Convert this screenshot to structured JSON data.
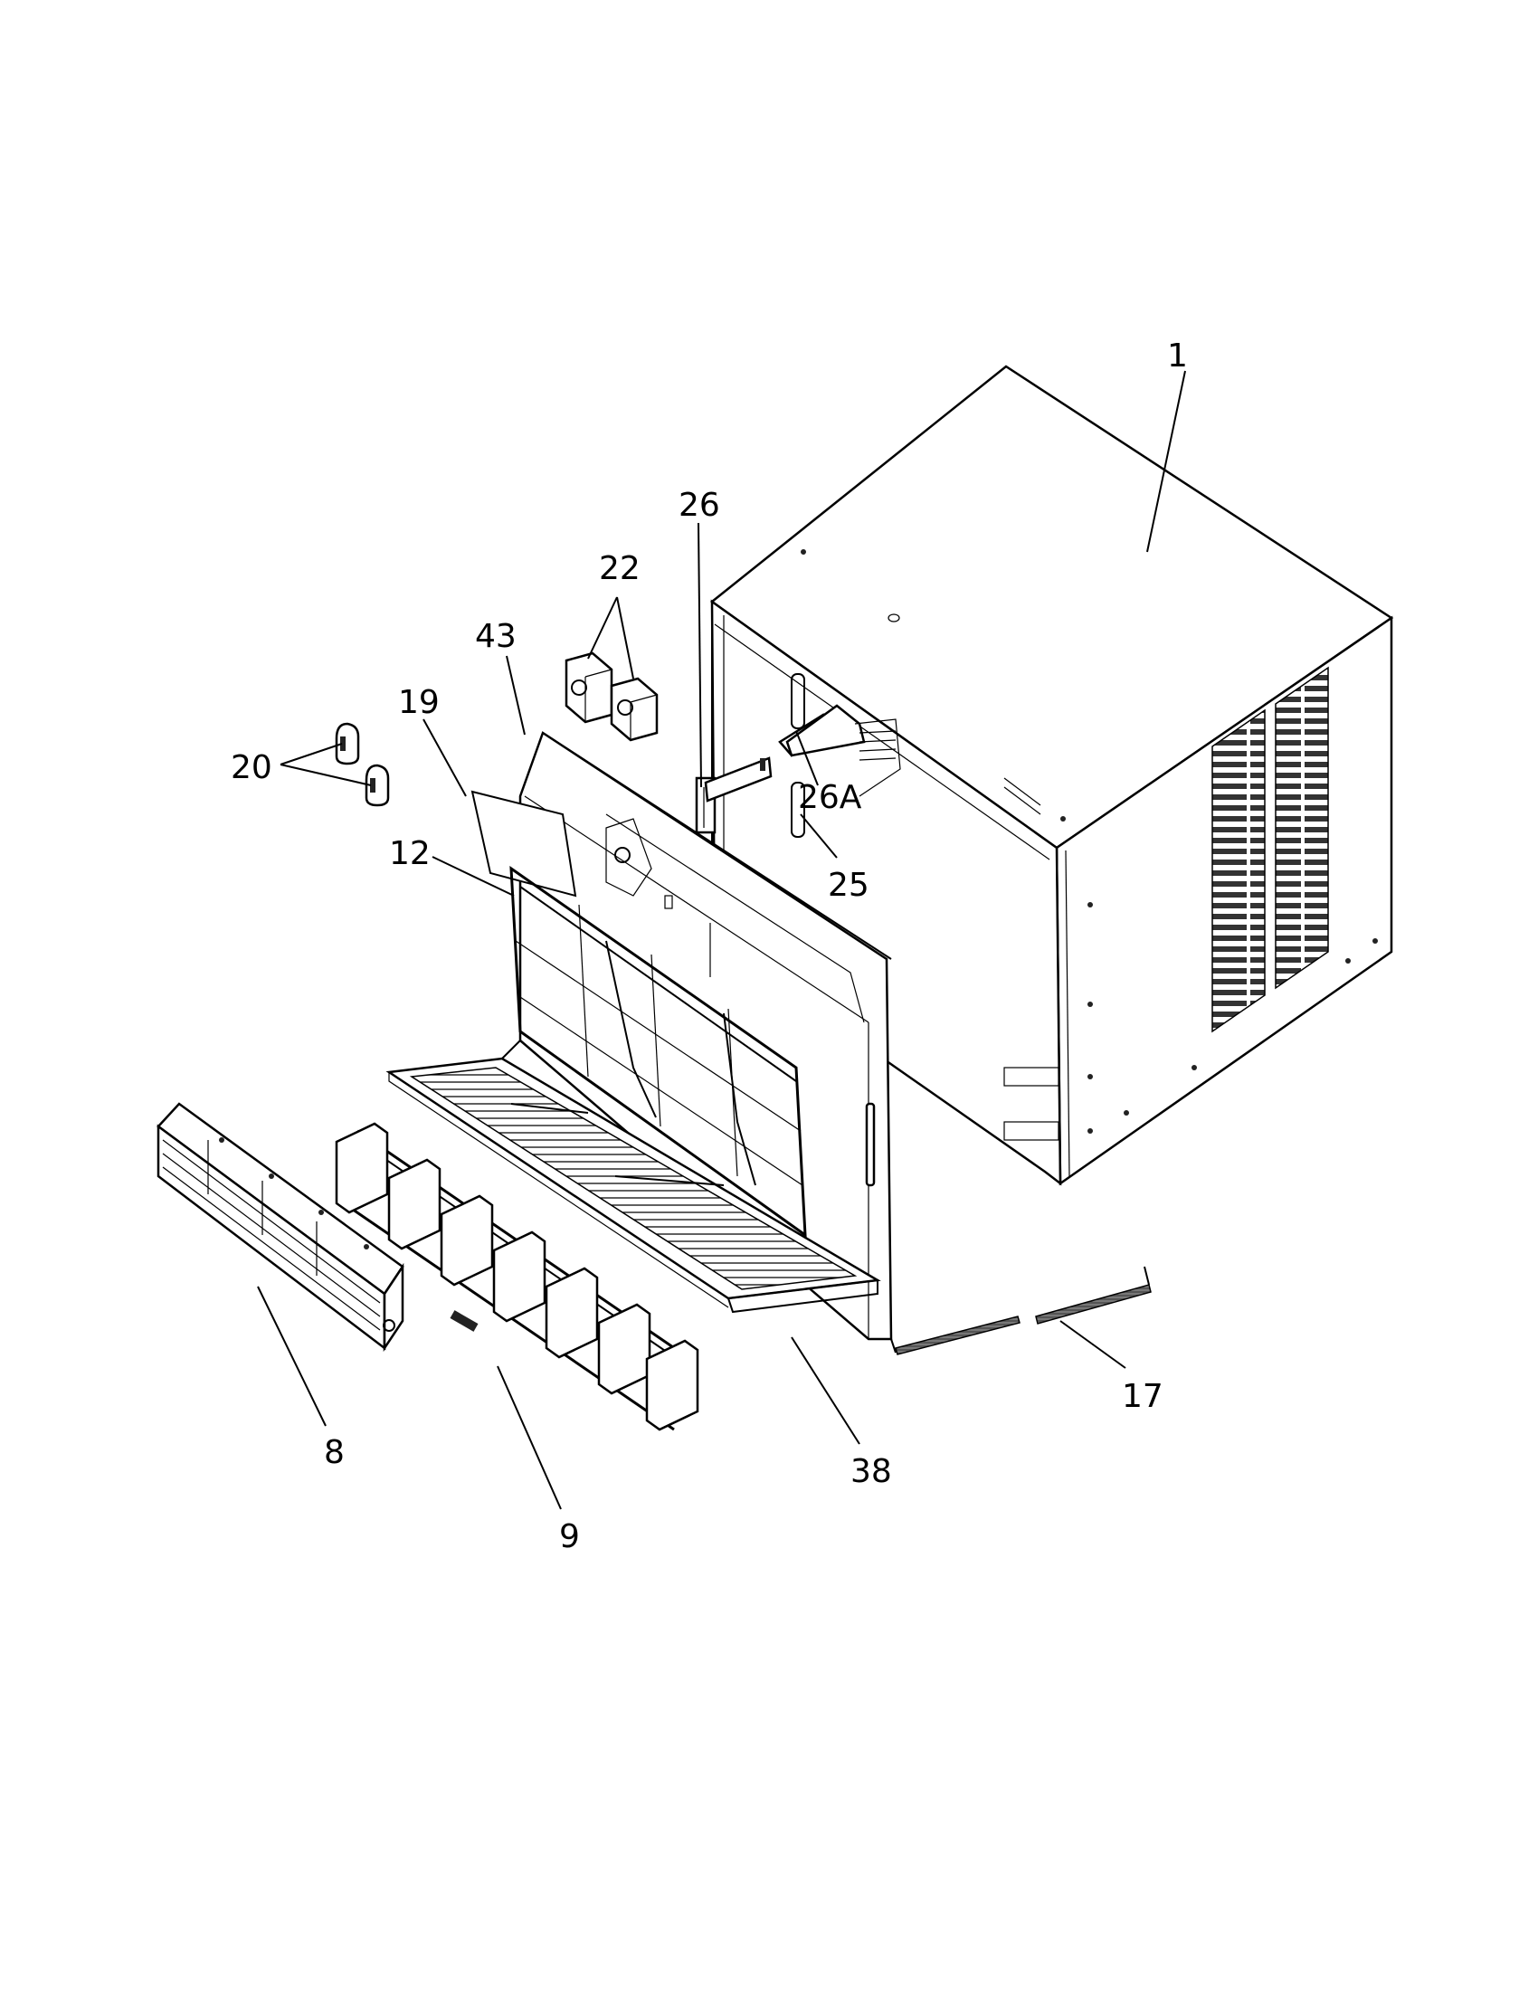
{
  "callouts": [
    {
      "id": "1",
      "label": "1"
    },
    {
      "id": "26",
      "label": "26"
    },
    {
      "id": "22",
      "label": "22"
    },
    {
      "id": "43",
      "label": "43"
    },
    {
      "id": "19",
      "label": "19"
    },
    {
      "id": "20",
      "label": "20"
    },
    {
      "id": "26A",
      "label": "26A"
    },
    {
      "id": "12",
      "label": "12"
    },
    {
      "id": "25",
      "label": "25"
    },
    {
      "id": "17",
      "label": "17"
    },
    {
      "id": "8",
      "label": "8"
    },
    {
      "id": "38",
      "label": "38"
    },
    {
      "id": "9",
      "label": "9"
    }
  ]
}
